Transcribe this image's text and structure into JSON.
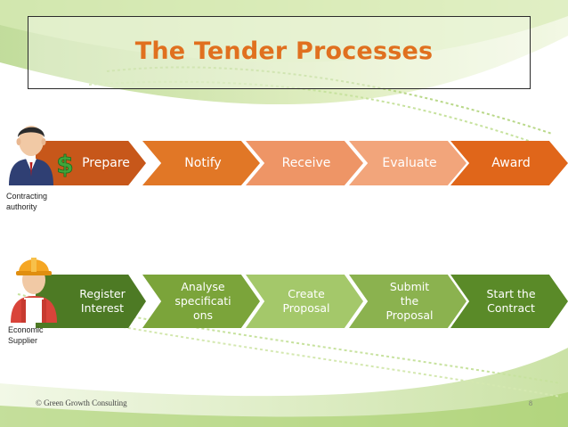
{
  "title": "The Tender Processes",
  "roles": {
    "contracting": "Contracting\nauthority",
    "supplier": "Economic\nSupplier"
  },
  "authority_steps": [
    {
      "label": "Prepare",
      "color": "#c7571a"
    },
    {
      "label": "Notify",
      "color": "#e17726"
    },
    {
      "label": "Receive",
      "color": "#ee9566"
    },
    {
      "label": "Evaluate",
      "color": "#f2a57b"
    },
    {
      "label": "Award",
      "color": "#e0661a"
    }
  ],
  "supplier_steps": [
    {
      "label": "Register\nInterest",
      "color": "#4d7a24"
    },
    {
      "label": "Analyse\nspecificati\nons",
      "color": "#7ba43a"
    },
    {
      "label": "Create\nProposal",
      "color": "#a4c86a"
    },
    {
      "label": "Submit\nthe\nProposal",
      "color": "#8bb24f"
    },
    {
      "label": "Start the\nContract",
      "color": "#5a8a28"
    }
  ],
  "icons": [
    "dollar-icon",
    "manager-avatar-icon",
    "worker-avatar-icon"
  ],
  "footer": "© Green Growth Consulting",
  "page_number": "8"
}
